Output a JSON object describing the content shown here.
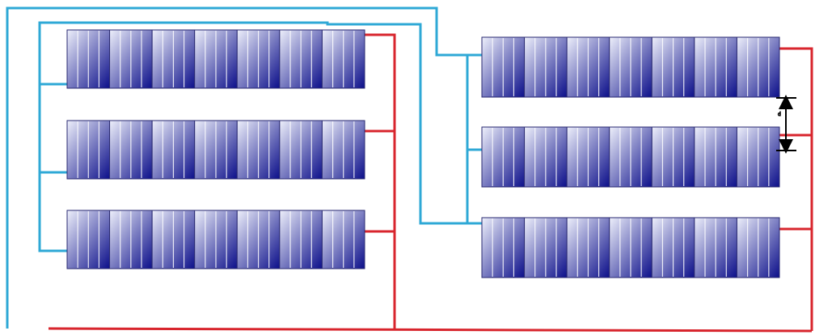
{
  "colors": {
    "supply_pipe": "#2ea8d6",
    "return_pipe": "#d8252d",
    "collector_edge": "#2a2a72",
    "collector_light": "#eef0fb",
    "collector_dark": "#0c0f8a",
    "dimension_arrow": "#000000"
  },
  "arrays": [
    {
      "id": "left",
      "rows": 3,
      "modules_per_row": 7
    },
    {
      "id": "right",
      "rows": 3,
      "modules_per_row": 7
    }
  ],
  "row_spacing_label": "d"
}
